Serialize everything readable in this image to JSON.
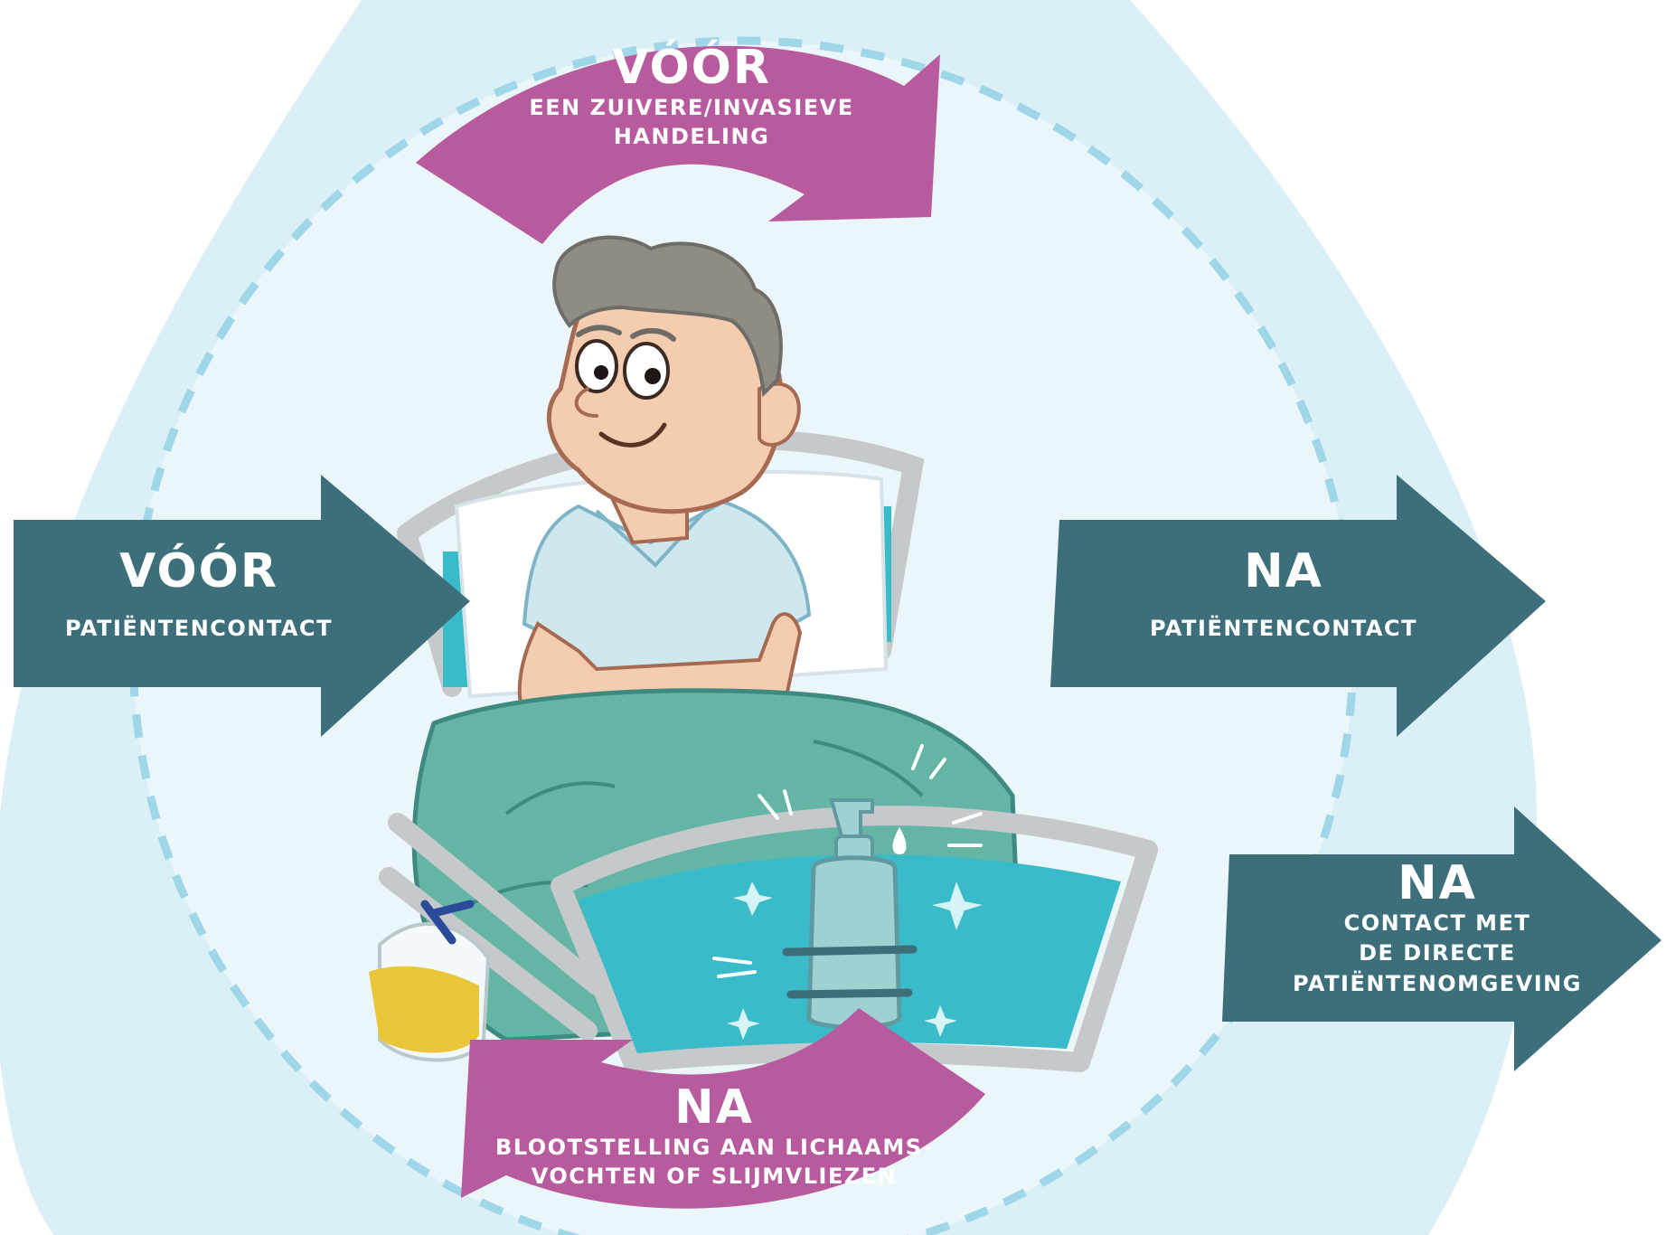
{
  "moments": {
    "top": {
      "title": "VÓÓR",
      "subtitle_lines": [
        "EEN ZUIVERE/INVASIEVE",
        "HANDELING"
      ]
    },
    "left": {
      "title": "VÓÓR",
      "subtitle_lines": [
        "PATIËNTENCONTACT"
      ]
    },
    "right": {
      "title": "NA",
      "subtitle_lines": [
        "PATIËNTENCONTACT"
      ]
    },
    "bottom": {
      "title": "NA",
      "subtitle_lines": [
        "BLOOTSTELLING AAN LICHAAMS-",
        "VOCHTEN OF SLIJMVLIEZEN"
      ]
    },
    "bottom_right": {
      "title": "NA",
      "subtitle_lines": [
        "CONTACT MET",
        "DE DIRECTE",
        "PATIËNTENOMGEVING"
      ]
    }
  },
  "colors": {
    "zone_outer": "#dbeff6",
    "zone_inner": "#eaf6fa",
    "dashed_ring": "#9fd6e8",
    "arrow_teal": "#3d6f7b",
    "arrow_purple": "#b85a9e",
    "blanket": "#64b5a6",
    "bed_frame": "#c6c9cb",
    "footboard_panel": "#3abbc9",
    "gown": "#cfe7ef",
    "skin": "#f4cdb0",
    "hair": "#8f8c86",
    "urine": "#e9c63a",
    "dispenser": "#9fd1d3"
  },
  "icons": {
    "patient": "patient-illustration",
    "bed": "hospital-bed-illustration",
    "dispenser": "hand-sanitizer-icon",
    "urine_bag": "urine-bag-icon"
  }
}
